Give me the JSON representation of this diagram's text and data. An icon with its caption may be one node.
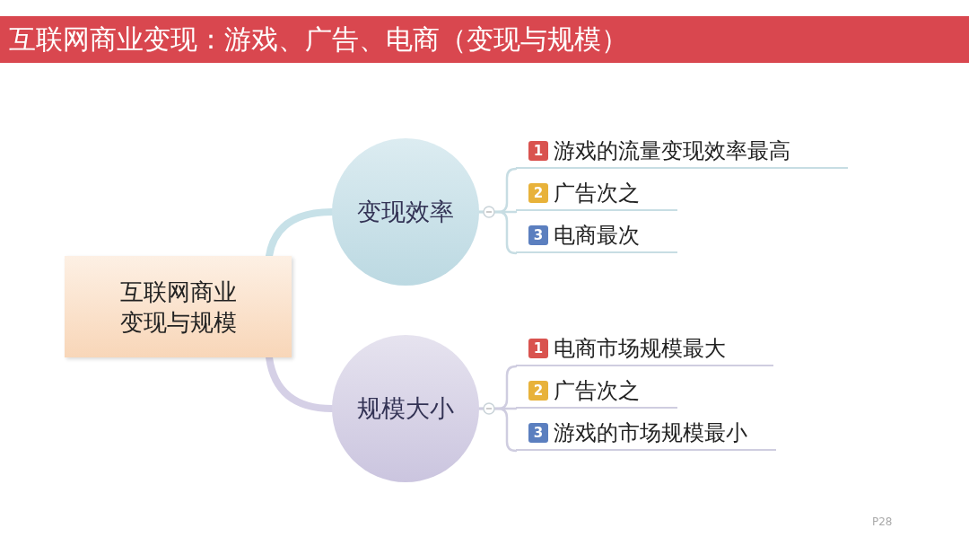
{
  "diagram": {
    "title": "互联网商业变现：游戏、广告、电商（变现与规模）",
    "nodes": [
      {
        "text": [
          "互联网商业变现与规模"
        ]
      },
      {
        "text": [
          "变现效率"
        ]
      },
      {
        "text": [
          "规模大小"
        ]
      },
      {
        "text": [
          "1",
          "游戏的流量变现效率最高"
        ]
      },
      {
        "text": [
          "2",
          "广告次之"
        ]
      },
      {
        "text": [
          "3",
          "电商最次"
        ]
      },
      {
        "text": [
          "1",
          "电商市场规模最大"
        ]
      },
      {
        "text": [
          "2",
          "广告次之"
        ]
      },
      {
        "text": [
          "3",
          "游戏的市场规模最小"
        ]
      }
    ],
    "edges": [
      {
        "from": 0,
        "to": 1,
        "arrow": "none",
        "style": "thick",
        "color": "#c7e1e8"
      },
      {
        "from": 0,
        "to": 2,
        "arrow": "none",
        "style": "thick",
        "color": "#d5d0e6"
      },
      {
        "from": 1,
        "to": 3,
        "arrow": "none",
        "color": "#c7dde3"
      },
      {
        "from": 1,
        "to": 4,
        "arrow": "none",
        "color": "#c7dde3"
      },
      {
        "from": 1,
        "to": 5,
        "arrow": "none",
        "color": "#c7dde3"
      },
      {
        "from": 2,
        "to": 6,
        "arrow": "none",
        "color": "#cfcde0"
      },
      {
        "from": 2,
        "to": 7,
        "arrow": "none",
        "color": "#cfcde0"
      },
      {
        "from": 2,
        "to": 8,
        "arrow": "none",
        "color": "#cfcde0"
      }
    ],
    "labels": [
      "P28"
    ]
  }
}
